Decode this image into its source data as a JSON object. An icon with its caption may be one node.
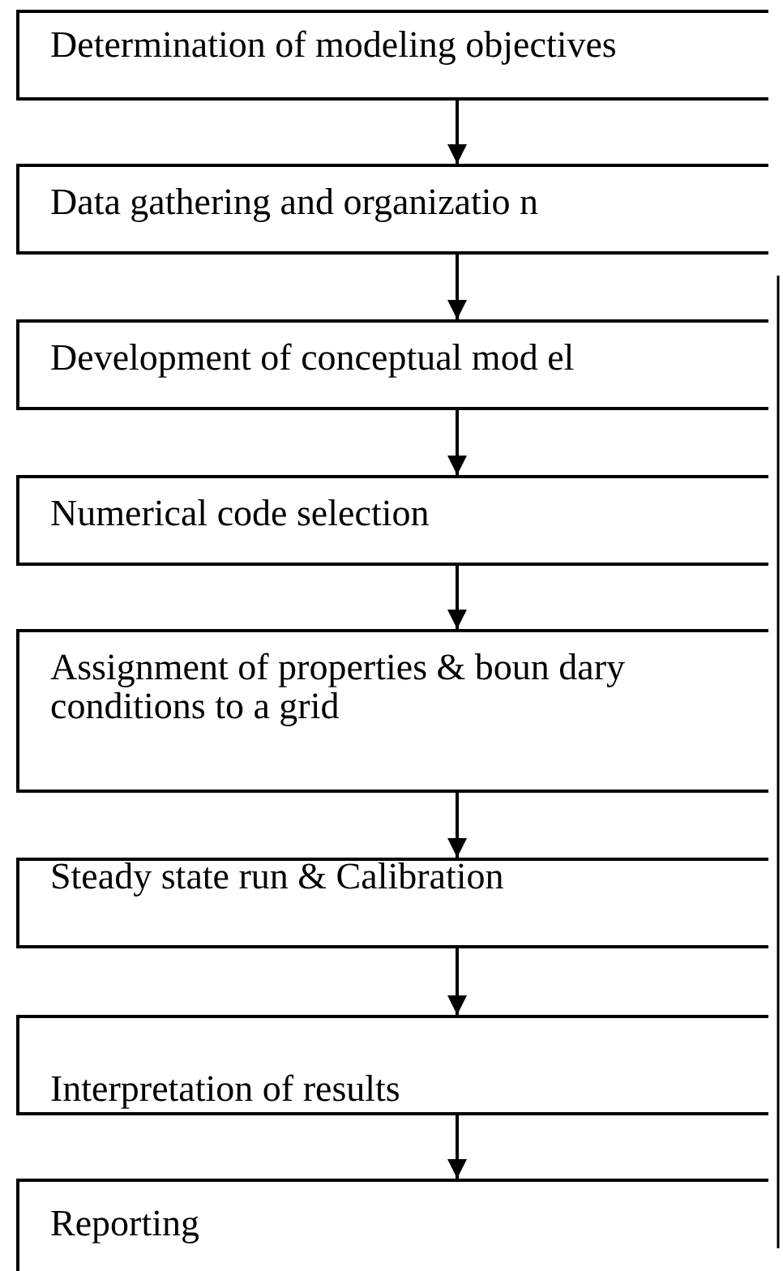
{
  "diagram": {
    "nodes": [
      {
        "text": [
          "Determination of modeling objectives"
        ]
      },
      {
        "text": [
          "Data gathering and organizatio n"
        ]
      },
      {
        "text": [
          "Development of conceptual mod el"
        ]
      },
      {
        "text": [
          "Numerical code selection"
        ]
      },
      {
        "text": [
          "Assignment of properties & boun dary conditions to a grid"
        ]
      },
      {
        "text": [
          "Steady state run & Calibration"
        ]
      },
      {
        "text": [
          "Interpretation of results"
        ]
      },
      {
        "text": [
          "Reporting"
        ]
      }
    ],
    "edges": [
      {
        "from": 0,
        "to": 1,
        "arrow": "to"
      },
      {
        "from": 1,
        "to": 2,
        "arrow": "to"
      },
      {
        "from": 2,
        "to": 3,
        "arrow": "to"
      },
      {
        "from": 3,
        "to": 4,
        "arrow": "to"
      },
      {
        "from": 4,
        "to": 5,
        "arrow": "to"
      },
      {
        "from": 5,
        "to": 6,
        "arrow": "to"
      },
      {
        "from": 6,
        "to": 7,
        "arrow": "to"
      }
    ]
  }
}
